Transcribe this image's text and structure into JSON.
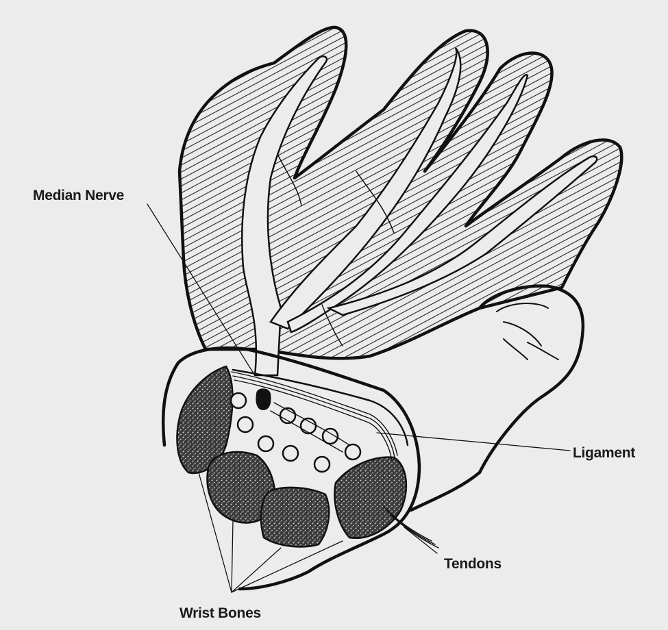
{
  "diagram": {
    "labels": {
      "median_nerve": "Median Nerve",
      "ligament": "Ligament",
      "tendons": "Tendons",
      "wrist_bones": "Wrist Bones"
    },
    "colors": {
      "background": "#ececec",
      "ink": "#111111",
      "hatch": "#222222"
    }
  }
}
